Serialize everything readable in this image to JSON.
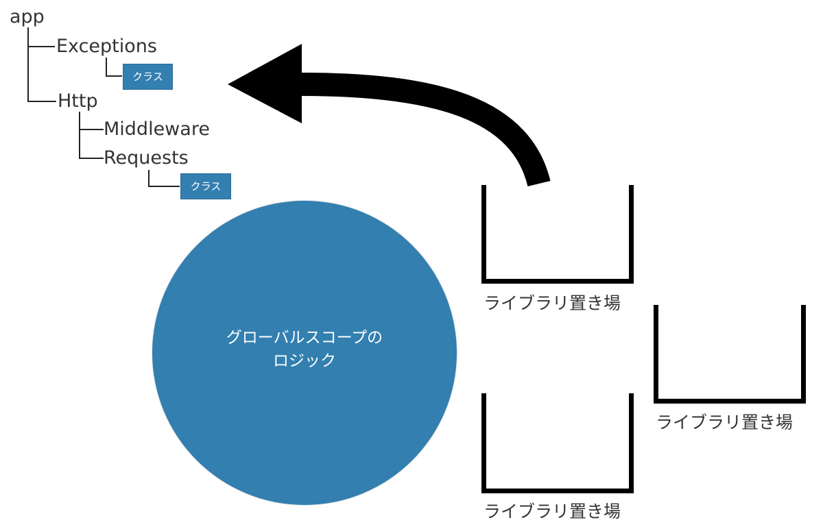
{
  "tree": {
    "root": "app",
    "exceptions": "Exceptions",
    "exceptions_class": "クラス",
    "http": "Http",
    "middleware": "Middleware",
    "requests": "Requests",
    "requests_class": "クラス"
  },
  "circle": {
    "line1": "グローバルスコープの",
    "line2": "ロジック"
  },
  "buckets": [
    {
      "label": "ライブラリ置き場"
    },
    {
      "label": "ライブラリ置き場"
    },
    {
      "label": "ライブラリ置き場"
    }
  ],
  "colors": {
    "accent": "#337fb0",
    "line": "#000000",
    "text": "#333333"
  }
}
